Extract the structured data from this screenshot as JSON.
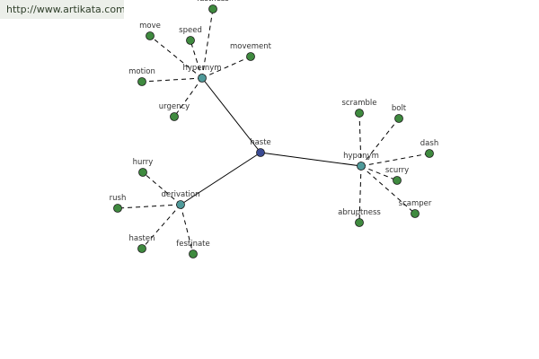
{
  "url_text": "http://www.artikata.com",
  "colors": {
    "center_node": "#3a4a93",
    "relation_node": "#4f9a9a",
    "word_node": "#3f8a3f"
  },
  "center": {
    "label": "haste"
  },
  "relations": [
    {
      "label": "hypernym",
      "words": [
        "fastness",
        "speed",
        "move",
        "movement",
        "motion",
        "urgency"
      ]
    },
    {
      "label": "hyponym",
      "words": [
        "scramble",
        "bolt",
        "dash",
        "scurry",
        "scamper",
        "abruptness"
      ]
    },
    {
      "label": "derivation",
      "words": [
        "hurry",
        "rush",
        "hasten",
        "festinate"
      ]
    }
  ]
}
